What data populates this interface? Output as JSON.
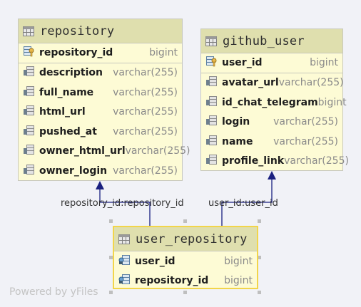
{
  "entities": {
    "repository": {
      "title": "repository",
      "pk": {
        "name": "repository_id",
        "type": "bigint"
      },
      "columns": [
        {
          "name": "description",
          "type": "varchar(255)"
        },
        {
          "name": "full_name",
          "type": "varchar(255)"
        },
        {
          "name": "html_url",
          "type": "varchar(255)"
        },
        {
          "name": "pushed_at",
          "type": "varchar(255)"
        },
        {
          "name": "owner_html_url",
          "type": "varchar(255)"
        },
        {
          "name": "owner_login",
          "type": "varchar(255)"
        }
      ]
    },
    "github_user": {
      "title": "github_user",
      "pk": {
        "name": "user_id",
        "type": "bigint"
      },
      "columns": [
        {
          "name": "avatar_url",
          "type": "varchar(255)"
        },
        {
          "name": "id_chat_telegram",
          "type": "bigint"
        },
        {
          "name": "login",
          "type": "varchar(255)"
        },
        {
          "name": "name",
          "type": "varchar(255)"
        },
        {
          "name": "profile_link",
          "type": "varchar(255)"
        }
      ]
    },
    "user_repository": {
      "title": "user_repository",
      "columns": [
        {
          "name": "user_id",
          "type": "bigint"
        },
        {
          "name": "repository_id",
          "type": "bigint"
        }
      ]
    }
  },
  "relations": {
    "repo_label": "repository_id:repository_id",
    "user_label": "user_id:user_id"
  },
  "colors": {
    "edge": "#1a2080",
    "header": "#dfdfae",
    "body": "#fdfbd5",
    "selection": "#f2d54a"
  },
  "watermark": "Powered by yFiles"
}
